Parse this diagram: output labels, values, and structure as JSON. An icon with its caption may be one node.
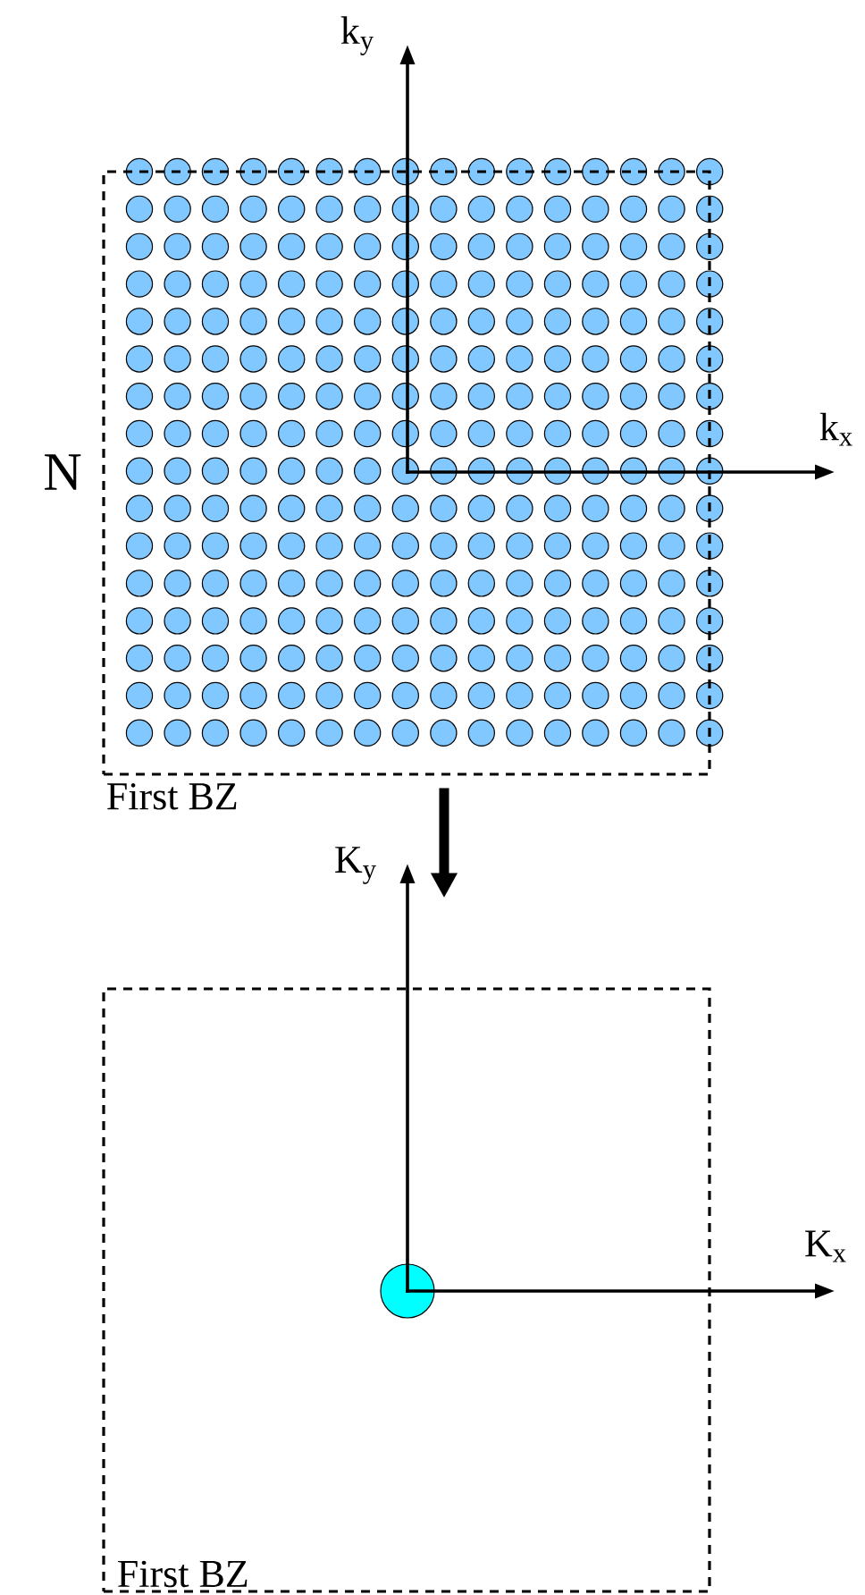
{
  "diagram": {
    "nodes": [
      {
        "text": [
          "First BZ"
        ]
      },
      {
        "text": [
          "First BZ"
        ]
      }
    ],
    "edges": [
      {
        "from": 0,
        "to": 1,
        "arrow": "to"
      }
    ],
    "labels": [
      "k$_{y}$",
      "k$_{x}$",
      "N",
      "K$_{y}$",
      "K$_{x}$"
    ]
  }
}
